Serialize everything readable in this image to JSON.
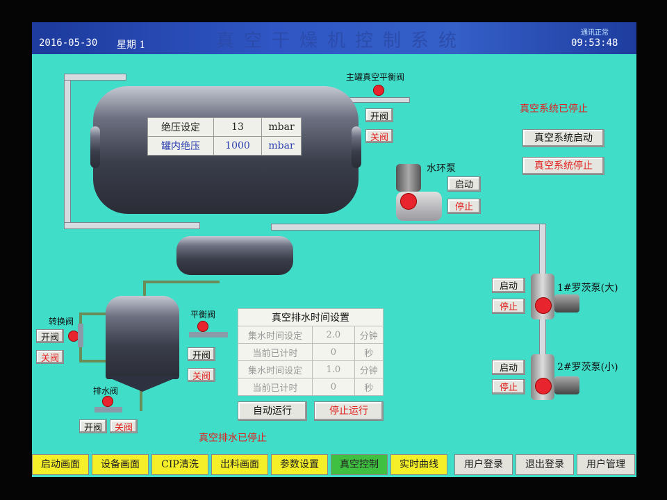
{
  "header": {
    "date": "2016-05-30",
    "weekday": "星期 1",
    "title": "真空干燥机控制系统",
    "comm_status": "通讯正常",
    "time": "09:53:48"
  },
  "vacuum_tank": {
    "pressure_setting_label": "绝压设定",
    "pressure_setting_value": "13",
    "pressure_setting_unit": "mbar",
    "inner_pressure_label": "罐内绝压",
    "inner_pressure_value": "1000",
    "inner_pressure_unit": "mbar"
  },
  "main_balance_valve": {
    "label": "主罐真空平衡阀",
    "open": "开阀",
    "close": "关阀"
  },
  "vacuum_system": {
    "status": "真空系统已停止",
    "start": "真空系统启动",
    "stop": "真空系统停止"
  },
  "water_ring_pump": {
    "label": "水环泵",
    "start": "启动",
    "stop": "停止"
  },
  "roots_pump_large": {
    "label": "1#罗茨泵(大)",
    "start": "启动",
    "stop": "停止"
  },
  "roots_pump_small": {
    "label": "2#罗茨泵(小)",
    "start": "启动",
    "stop": "停止"
  },
  "switch_valve": {
    "label": "转换阀",
    "open": "开阀",
    "close": "关阀"
  },
  "balance_valve": {
    "label": "平衡阀",
    "open": "开阀",
    "close": "关阀"
  },
  "drain_valve": {
    "label": "排水阀",
    "open": "开阀",
    "close": "关阀"
  },
  "drain_timing": {
    "title": "真空排水时间设置",
    "rows": [
      {
        "label": "集水时间设定",
        "value": "2.0",
        "unit": "分钟"
      },
      {
        "label": "当前已计时",
        "value": "0",
        "unit": "秒"
      },
      {
        "label": "集水时间设定",
        "value": "1.0",
        "unit": "分钟"
      },
      {
        "label": "当前已计时",
        "value": "0",
        "unit": "秒"
      }
    ],
    "auto_run": "自动运行",
    "stop_run": "停止运行",
    "status": "真空排水已停止"
  },
  "nav": {
    "items": [
      "启动画面",
      "设备画面",
      "CIP清洗",
      "出料画面",
      "参数设置",
      "真空控制",
      "实时曲线"
    ],
    "active": "真空控制",
    "user_items": [
      "用户登录",
      "退出登录",
      "用户管理"
    ]
  },
  "colors": {
    "background": "#40ddc9",
    "nav_yellow": "#f4ef28",
    "nav_active": "#40c040",
    "alarm_red": "#e1201e"
  }
}
